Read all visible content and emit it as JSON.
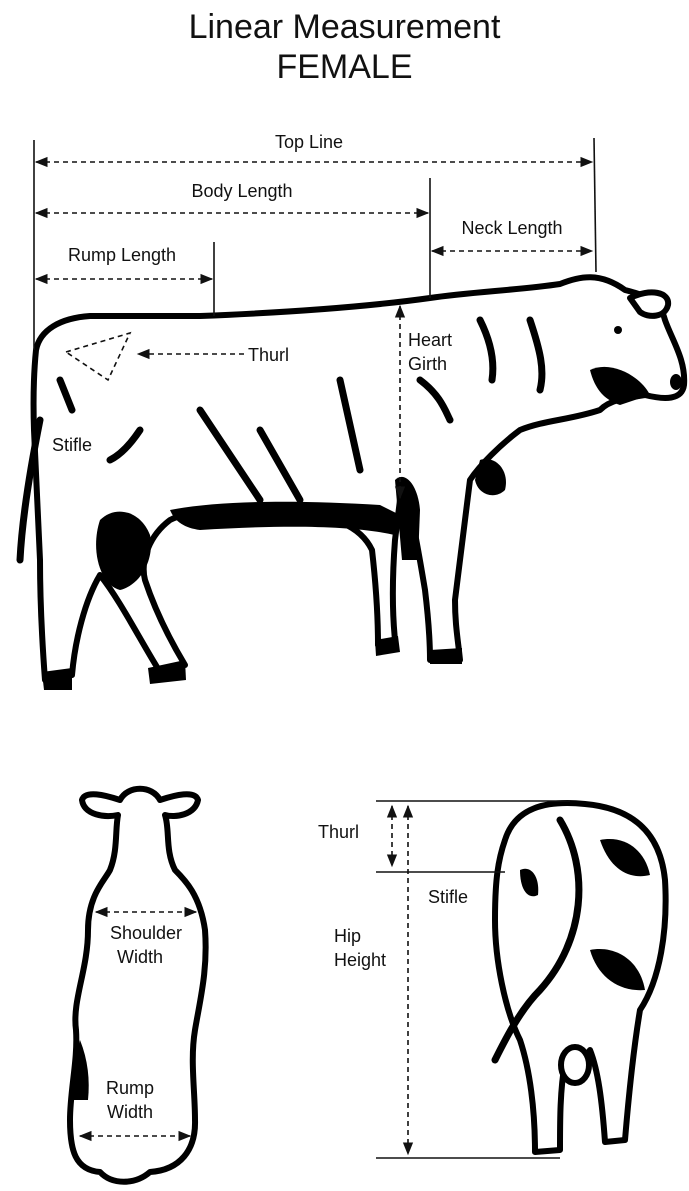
{
  "title": {
    "line1": "Linear Measurement",
    "line2": "FEMALE"
  },
  "side_view": {
    "top_line": "Top Line",
    "body_length": "Body Length",
    "neck_length": "Neck Length",
    "rump_length": "Rump Length",
    "thurl": "Thurl",
    "heart_girth_1": "Heart",
    "heart_girth_2": "Girth",
    "stifle": "Stifle"
  },
  "top_view": {
    "shoulder_width_1": "Shoulder",
    "shoulder_width_2": "Width",
    "rump_width_1": "Rump",
    "rump_width_2": "Width"
  },
  "rear_view": {
    "thurl": "Thurl",
    "stifle": "Stifle",
    "hip_height_1": "Hip",
    "hip_height_2": "Height"
  }
}
